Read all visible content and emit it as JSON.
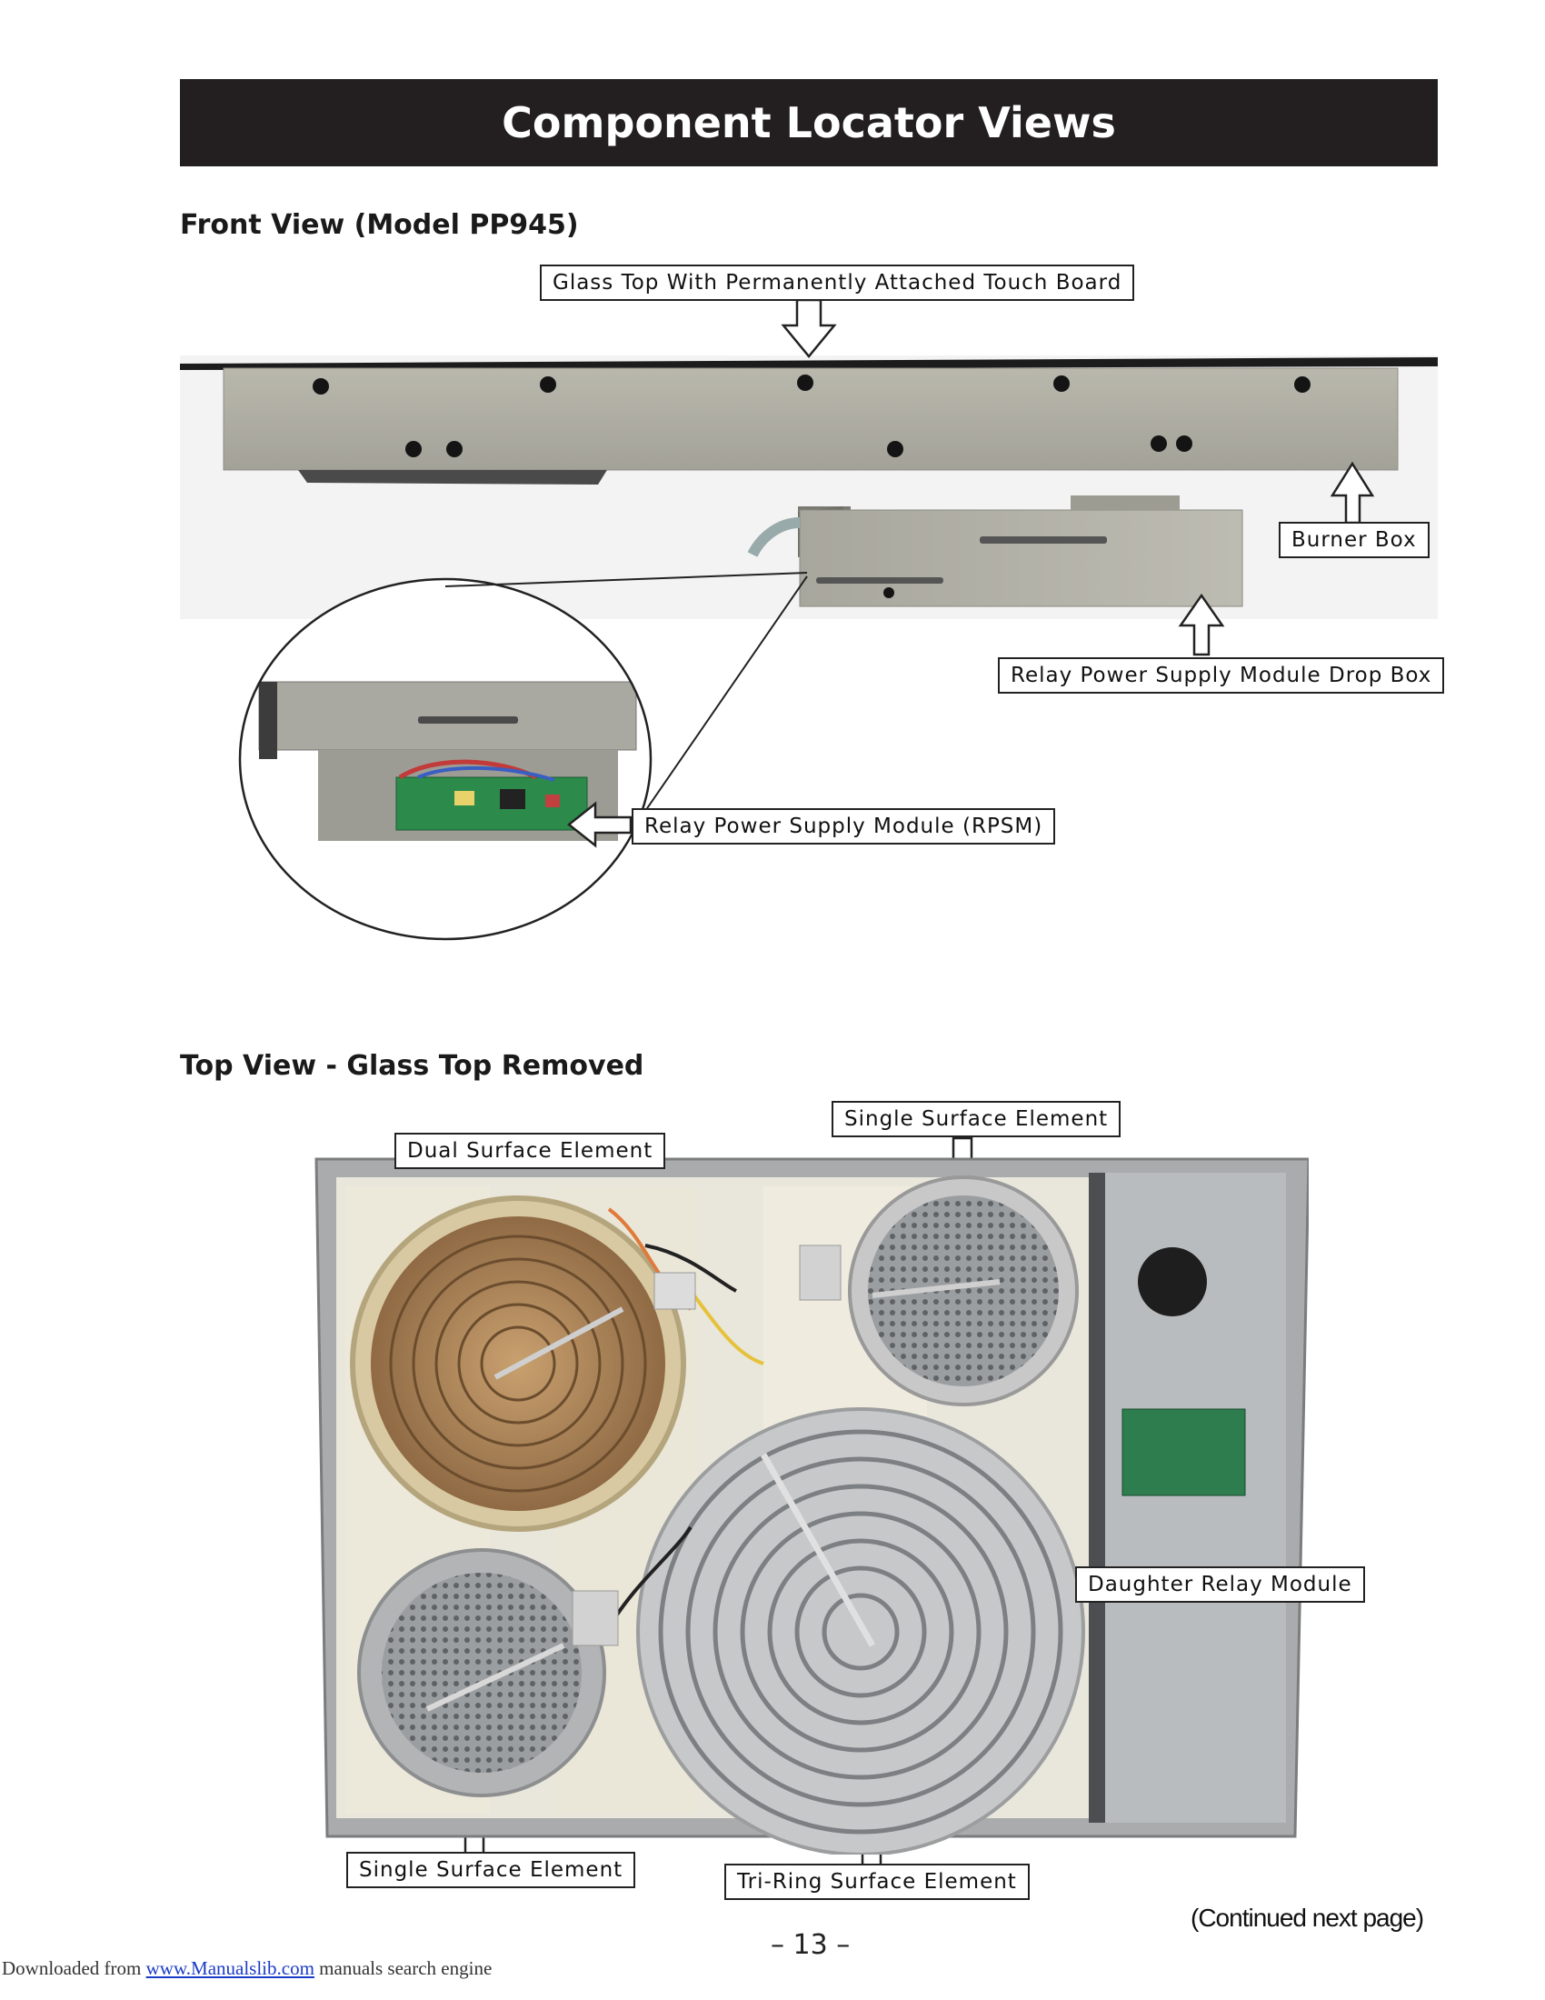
{
  "page": {
    "header": "Component Locator Views",
    "front_view": {
      "title": "Front View (Model PP945)",
      "callouts": {
        "glass_top": "Glass Top With Permanently Attached Touch Board",
        "burner_box": "Burner Box",
        "drop_box": "Relay Power Supply Module Drop Box",
        "rpsm": "Relay Power Supply Module (RPSM)"
      }
    },
    "top_view": {
      "title": "Top View - Glass Top Removed",
      "callouts": {
        "dual_surface": "Dual Surface Element",
        "single_surface_top": "Single Surface Element",
        "daughter_relay": "Daughter Relay Module",
        "single_surface_bottom": "Single Surface Element",
        "tri_ring": "Tri-Ring Surface Element"
      }
    },
    "continued": "(Continued next page)",
    "page_number": "– 13 –"
  },
  "footer": {
    "prefix": "Downloaded from ",
    "link_text": "www.Manualslib.com",
    "suffix": " manuals search engine"
  },
  "colors": {
    "banner": "#231f20",
    "link": "#1a3cc8"
  }
}
